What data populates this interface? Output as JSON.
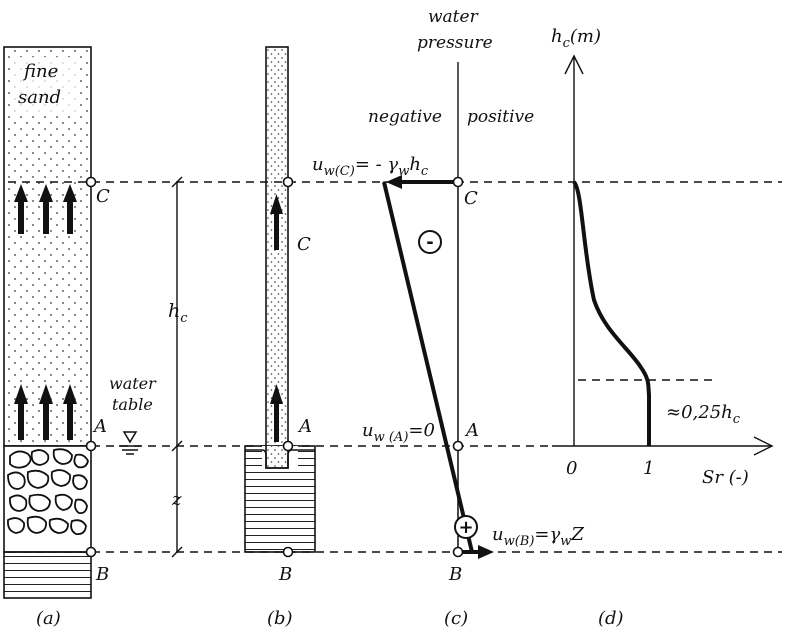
{
  "panels": {
    "a": {
      "caption": "(a)",
      "material_line1": "fine",
      "material_line2": "sand",
      "point_c": "C",
      "point_a": "A",
      "point_b": "B",
      "water_table_line1": "water",
      "water_table_line2": "table"
    },
    "b": {
      "caption": "(b)",
      "point_c": "C",
      "point_a": "A",
      "point_b": "B"
    },
    "c": {
      "caption": "(c)",
      "title_line1": "water",
      "title_line2": "pressure",
      "negative_label": "negative",
      "positive_label": "positive",
      "point_c": "C",
      "point_a": "A",
      "point_b": "B",
      "minus_symbol": "-",
      "plus_symbol": "+",
      "uc_formula": {
        "u": "u",
        "sub": "w(C)",
        "rest1": "= - γ",
        "sub2": "w",
        "rest2": "h",
        "sub3": "c"
      },
      "ua_formula": {
        "u": "u",
        "sub": "w (A)",
        "rest1": "=0"
      },
      "ub_formula": {
        "u": "u",
        "sub": "w(B)",
        "rest1": "=γ",
        "sub2": "w",
        "rest2": "Z"
      }
    },
    "d": {
      "caption": "(d)",
      "yaxis_main": "h",
      "yaxis_sub": "c",
      "yaxis_unit": "(m)",
      "xaxis_label": "Sr (-)",
      "tick_0": "0",
      "tick_1": "1",
      "marker_prefix": "≈0,25h",
      "marker_sub": "c"
    }
  },
  "dimensions": {
    "hc_main": "h",
    "hc_sub": "c",
    "z_label": "z"
  }
}
